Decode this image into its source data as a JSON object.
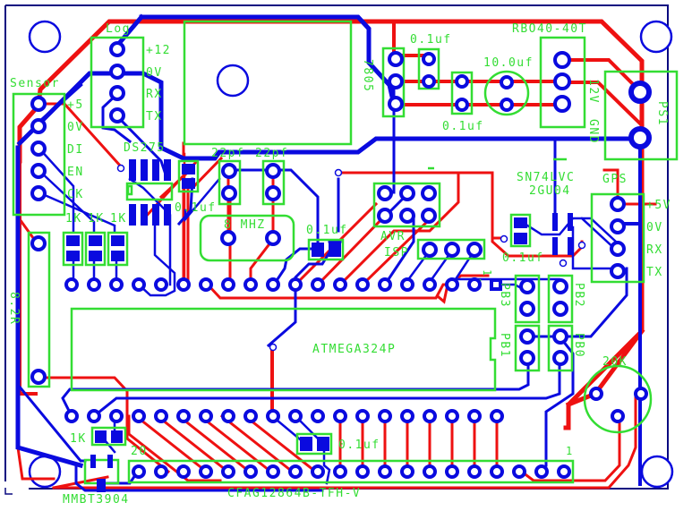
{
  "board": {
    "colors": {
      "bottom_copper": "#0a0adf",
      "top_copper": "#ee1111",
      "silkscreen": "#33dd33",
      "background": "#ffffff"
    }
  },
  "components": {
    "log": {
      "ref": "Log",
      "pins": [
        "+12",
        "0V",
        "RX",
        "TX"
      ]
    },
    "sensor": {
      "ref": "Sensor",
      "pins": [
        "+5",
        "0V",
        "DI",
        "EN",
        "CK"
      ]
    },
    "ds275": {
      "ref": "DS275"
    },
    "cap_ds275": {
      "value": "0.1uf"
    },
    "resistors_1k": [
      "1K",
      "1K",
      "1K"
    ],
    "cap_22pf_a": {
      "value": "22pf"
    },
    "cap_22pf_b": {
      "value": "22pf"
    },
    "crystal": {
      "value": "8 MHZ"
    },
    "cap_xtal": {
      "value": "0.1uf"
    },
    "regulator": {
      "ref": "7805"
    },
    "cap_reg_in": {
      "value": "0.1uf"
    },
    "cap_reg_out": {
      "value": "0.1uf"
    },
    "cap_electrolytic": {
      "value": "10.0uf"
    },
    "rbo": {
      "ref": "RBO40-40T"
    },
    "ps1": {
      "ref": "PS1",
      "pins": [
        "12V",
        "GND"
      ]
    },
    "avr_isp": {
      "label_line1": "AVR",
      "label_line2": "ISP"
    },
    "sn74": {
      "line1": "SN74LVC",
      "line2": "2GU04"
    },
    "cap_sn74": {
      "value": "0.1uf"
    },
    "gps": {
      "ref": "GPS",
      "pins": [
        "+5V",
        "0V",
        "RX",
        "TX"
      ]
    },
    "mcu": {
      "ref": "ATMEGA324P",
      "pin1_mark": "1"
    },
    "pb_headers": [
      "PB3",
      "PB1",
      "PB2",
      "PB0"
    ],
    "pot": {
      "value": "20K"
    },
    "speaker_res": {
      "value": "8.2R"
    },
    "res_1k_lcd": {
      "value": "1K"
    },
    "transistor": {
      "ref": "MMBT3904"
    },
    "cap_lcd": {
      "value": "0.1uf"
    },
    "lcd": {
      "ref": "CFAG12864B-TFH-V",
      "pin20": "20",
      "pin1": "1"
    }
  }
}
